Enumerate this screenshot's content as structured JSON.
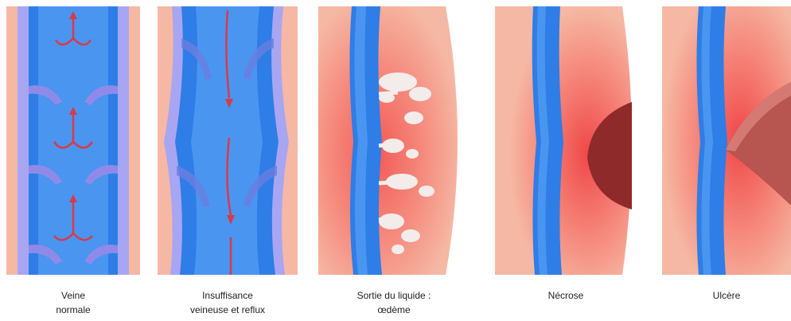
{
  "panels": [
    {
      "caption": "Veine\nnormale"
    },
    {
      "caption": "Insuffisance\nveineuse et reflux"
    },
    {
      "caption": "Sortie du liquide :\nœdème"
    },
    {
      "caption": "Nécrose"
    },
    {
      "caption": "Ulcère"
    }
  ],
  "colors": {
    "skin": "#f5b8a4",
    "vein": "#2f7de6",
    "vein_wall": "#a5a3f0",
    "arrow": "#d83a4a",
    "inflammation": "#f04848",
    "necrosis": "#8e2b2a",
    "ulcer": "#b75550",
    "fluid": "#f3ecea"
  }
}
